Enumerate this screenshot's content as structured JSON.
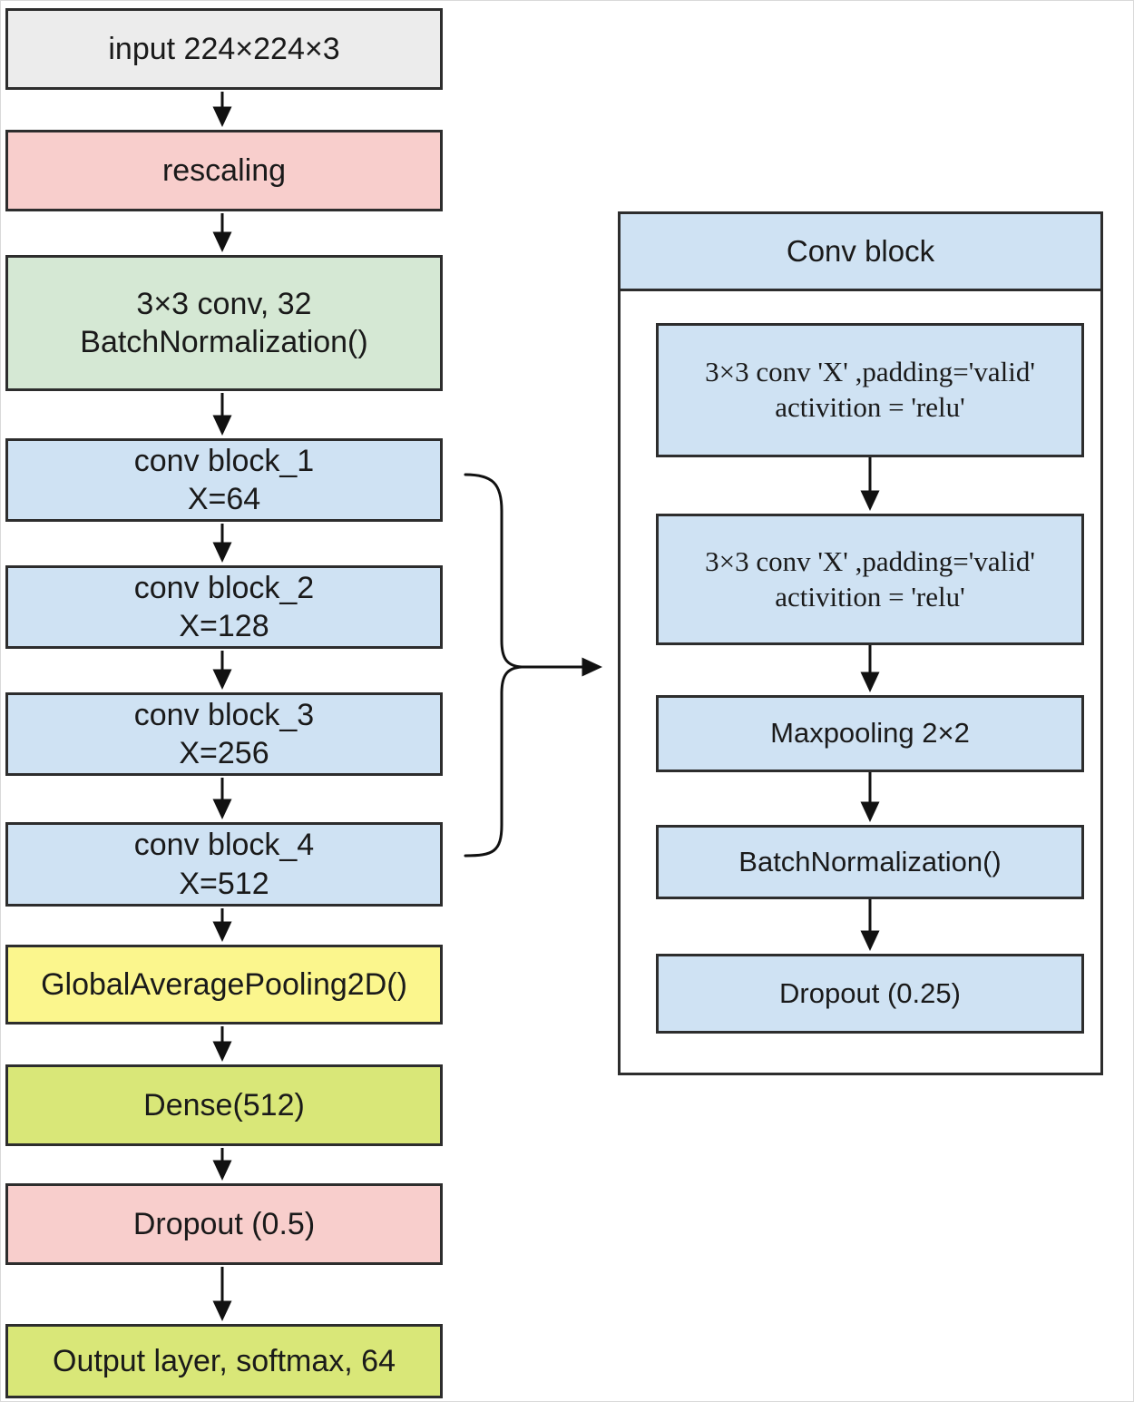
{
  "diagram": {
    "title": "CNN model architecture flowchart",
    "colors": {
      "input_gray": "#ececec",
      "dropout_pink": "#f8cecc",
      "conv_green": "#d5e8d4",
      "block_blue": "#cfe2f3",
      "pooling_yellow": "#fbf68d",
      "dense_lime": "#d9e778",
      "border": "#2d2d2d",
      "arrow": "#111111"
    },
    "left_column": [
      {
        "line1": "input 224×224×3",
        "color": "#ececec"
      },
      {
        "line1": "rescaling",
        "color": "#f8cecc"
      },
      {
        "line1": "3×3 conv, 32",
        "line2": "BatchNormalization()",
        "color": "#d5e8d4"
      },
      {
        "line1": "conv block_1",
        "line2": "X=64",
        "color": "#cfe2f3"
      },
      {
        "line1": "conv block_2",
        "line2": "X=128",
        "color": "#cfe2f3"
      },
      {
        "line1": "conv block_3",
        "line2": "X=256",
        "color": "#cfe2f3"
      },
      {
        "line1": "conv block_4",
        "line2": "X=512",
        "color": "#cfe2f3"
      },
      {
        "line1": "GlobalAveragePooling2D()",
        "color": "#fbf68d"
      },
      {
        "line1": "Dense(512)",
        "color": "#d9e778"
      },
      {
        "line1": "Dropout (0.5)",
        "color": "#f8cecc"
      },
      {
        "line1": "Output layer, softmax, 64",
        "color": "#d9e778"
      }
    ],
    "conv_block_panel": {
      "title": "Conv block",
      "boxes": [
        {
          "line1": "3×3 conv 'X' ,padding='valid'",
          "line2": "activition = 'relu'"
        },
        {
          "line1": "3×3 conv 'X' ,padding='valid'",
          "line2": "activition = 'relu'"
        },
        {
          "line1": "Maxpooling 2×2"
        },
        {
          "line1": "BatchNormalization()"
        },
        {
          "line1": "Dropout (0.25)"
        }
      ]
    }
  }
}
